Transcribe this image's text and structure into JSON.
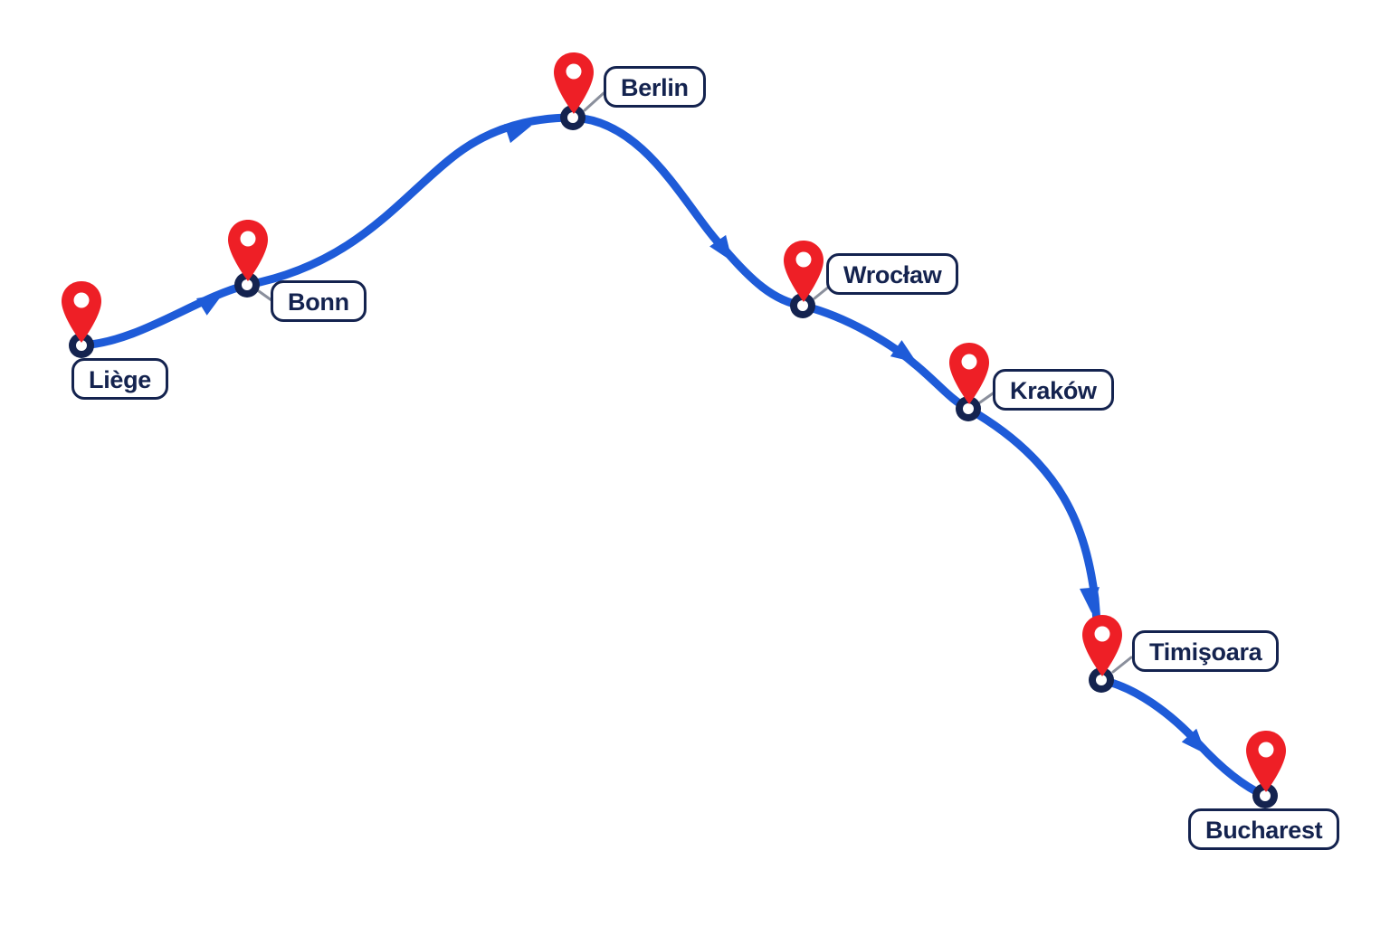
{
  "route": {
    "stops": [
      {
        "id": "liege",
        "name": "Liège"
      },
      {
        "id": "bonn",
        "name": "Bonn"
      },
      {
        "id": "berlin",
        "name": "Berlin"
      },
      {
        "id": "wroclaw",
        "name": "Wrocław"
      },
      {
        "id": "krakow",
        "name": "Kraków"
      },
      {
        "id": "timisoara",
        "name": "Timişoara"
      },
      {
        "id": "bucharest",
        "name": "Bucharest"
      }
    ]
  },
  "colors": {
    "route_line": "#1e5bd8",
    "pin": "#ee1f26",
    "node": "#14234f",
    "label_border": "#14234f",
    "label_text": "#14234f",
    "leader_line": "#8a8f9c"
  },
  "icons": {
    "stop_marker": "map-pin-icon",
    "direction": "arrow-icon",
    "node": "route-node-icon"
  }
}
